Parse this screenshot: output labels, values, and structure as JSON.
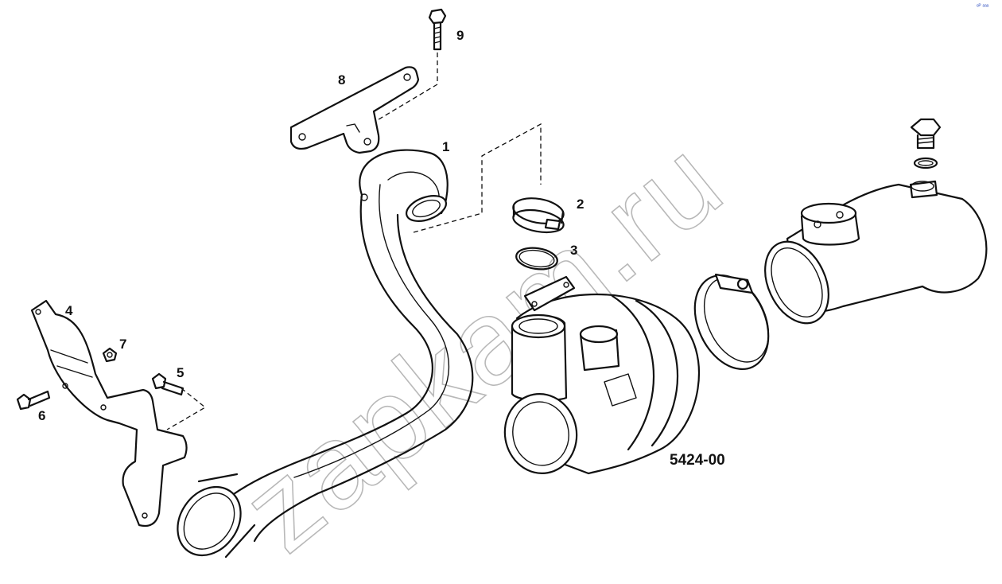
{
  "diagram": {
    "callouts": [
      {
        "id": "1",
        "text": "1"
      },
      {
        "id": "2",
        "text": "2"
      },
      {
        "id": "3",
        "text": "3"
      },
      {
        "id": "4",
        "text": "4"
      },
      {
        "id": "5",
        "text": "5"
      },
      {
        "id": "6",
        "text": "6"
      },
      {
        "id": "7",
        "text": "7"
      },
      {
        "id": "8",
        "text": "8"
      },
      {
        "id": "9",
        "text": "9"
      }
    ],
    "drawing_code": "5424-00",
    "watermark": "zapkam.ru",
    "corner_mark": "ᵉᴾ ᵃᵃᵃ"
  }
}
